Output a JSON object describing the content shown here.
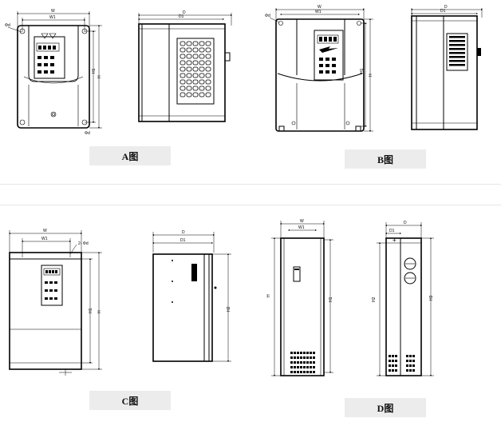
{
  "captions": {
    "a": "A图",
    "b": "B图",
    "c": "C图",
    "d": "D图"
  },
  "dimensions": {
    "w": "W",
    "w1": "W1",
    "d": "D",
    "d1": "D1",
    "h": "H",
    "h1": "H1",
    "h2": "H2",
    "h3": "H3",
    "hole_dia": "Φd",
    "hole_count_dia": "2- Φd"
  },
  "colors": {
    "line": "#000000",
    "caption_bg": "#ececec",
    "divider": "#e6e6e6"
  }
}
